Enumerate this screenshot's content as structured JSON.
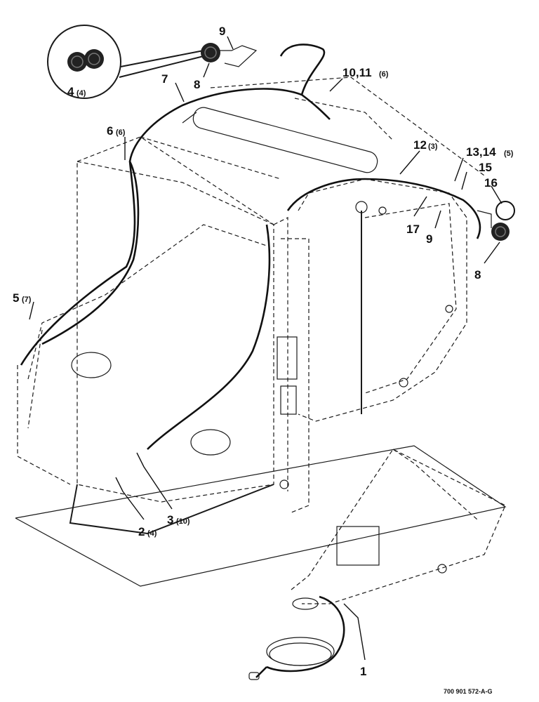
{
  "drawing_number": "700 901 572-A-G",
  "callouts": [
    {
      "id": "c1",
      "label": "1",
      "qty": ""
    },
    {
      "id": "c2",
      "label": "2",
      "qty": "(4)"
    },
    {
      "id": "c3",
      "label": "3",
      "qty": "(10)"
    },
    {
      "id": "c4",
      "label": "4",
      "qty": "(4)"
    },
    {
      "id": "c5",
      "label": "5",
      "qty": "(7)"
    },
    {
      "id": "c6",
      "label": "6",
      "qty": "(6)"
    },
    {
      "id": "c7",
      "label": "7",
      "qty": ""
    },
    {
      "id": "c8a",
      "label": "8",
      "qty": ""
    },
    {
      "id": "c8b",
      "label": "8",
      "qty": ""
    },
    {
      "id": "c9a",
      "label": "9",
      "qty": ""
    },
    {
      "id": "c9b",
      "label": "9",
      "qty": ""
    },
    {
      "id": "c1011",
      "label": "10,11",
      "qty": "(6)"
    },
    {
      "id": "c12",
      "label": "12",
      "qty": "(3)"
    },
    {
      "id": "c1314",
      "label": "13,14",
      "qty": "(5)"
    },
    {
      "id": "c15",
      "label": "15",
      "qty": ""
    },
    {
      "id": "c16",
      "label": "16",
      "qty": ""
    },
    {
      "id": "c17",
      "label": "17",
      "qty": ""
    }
  ]
}
